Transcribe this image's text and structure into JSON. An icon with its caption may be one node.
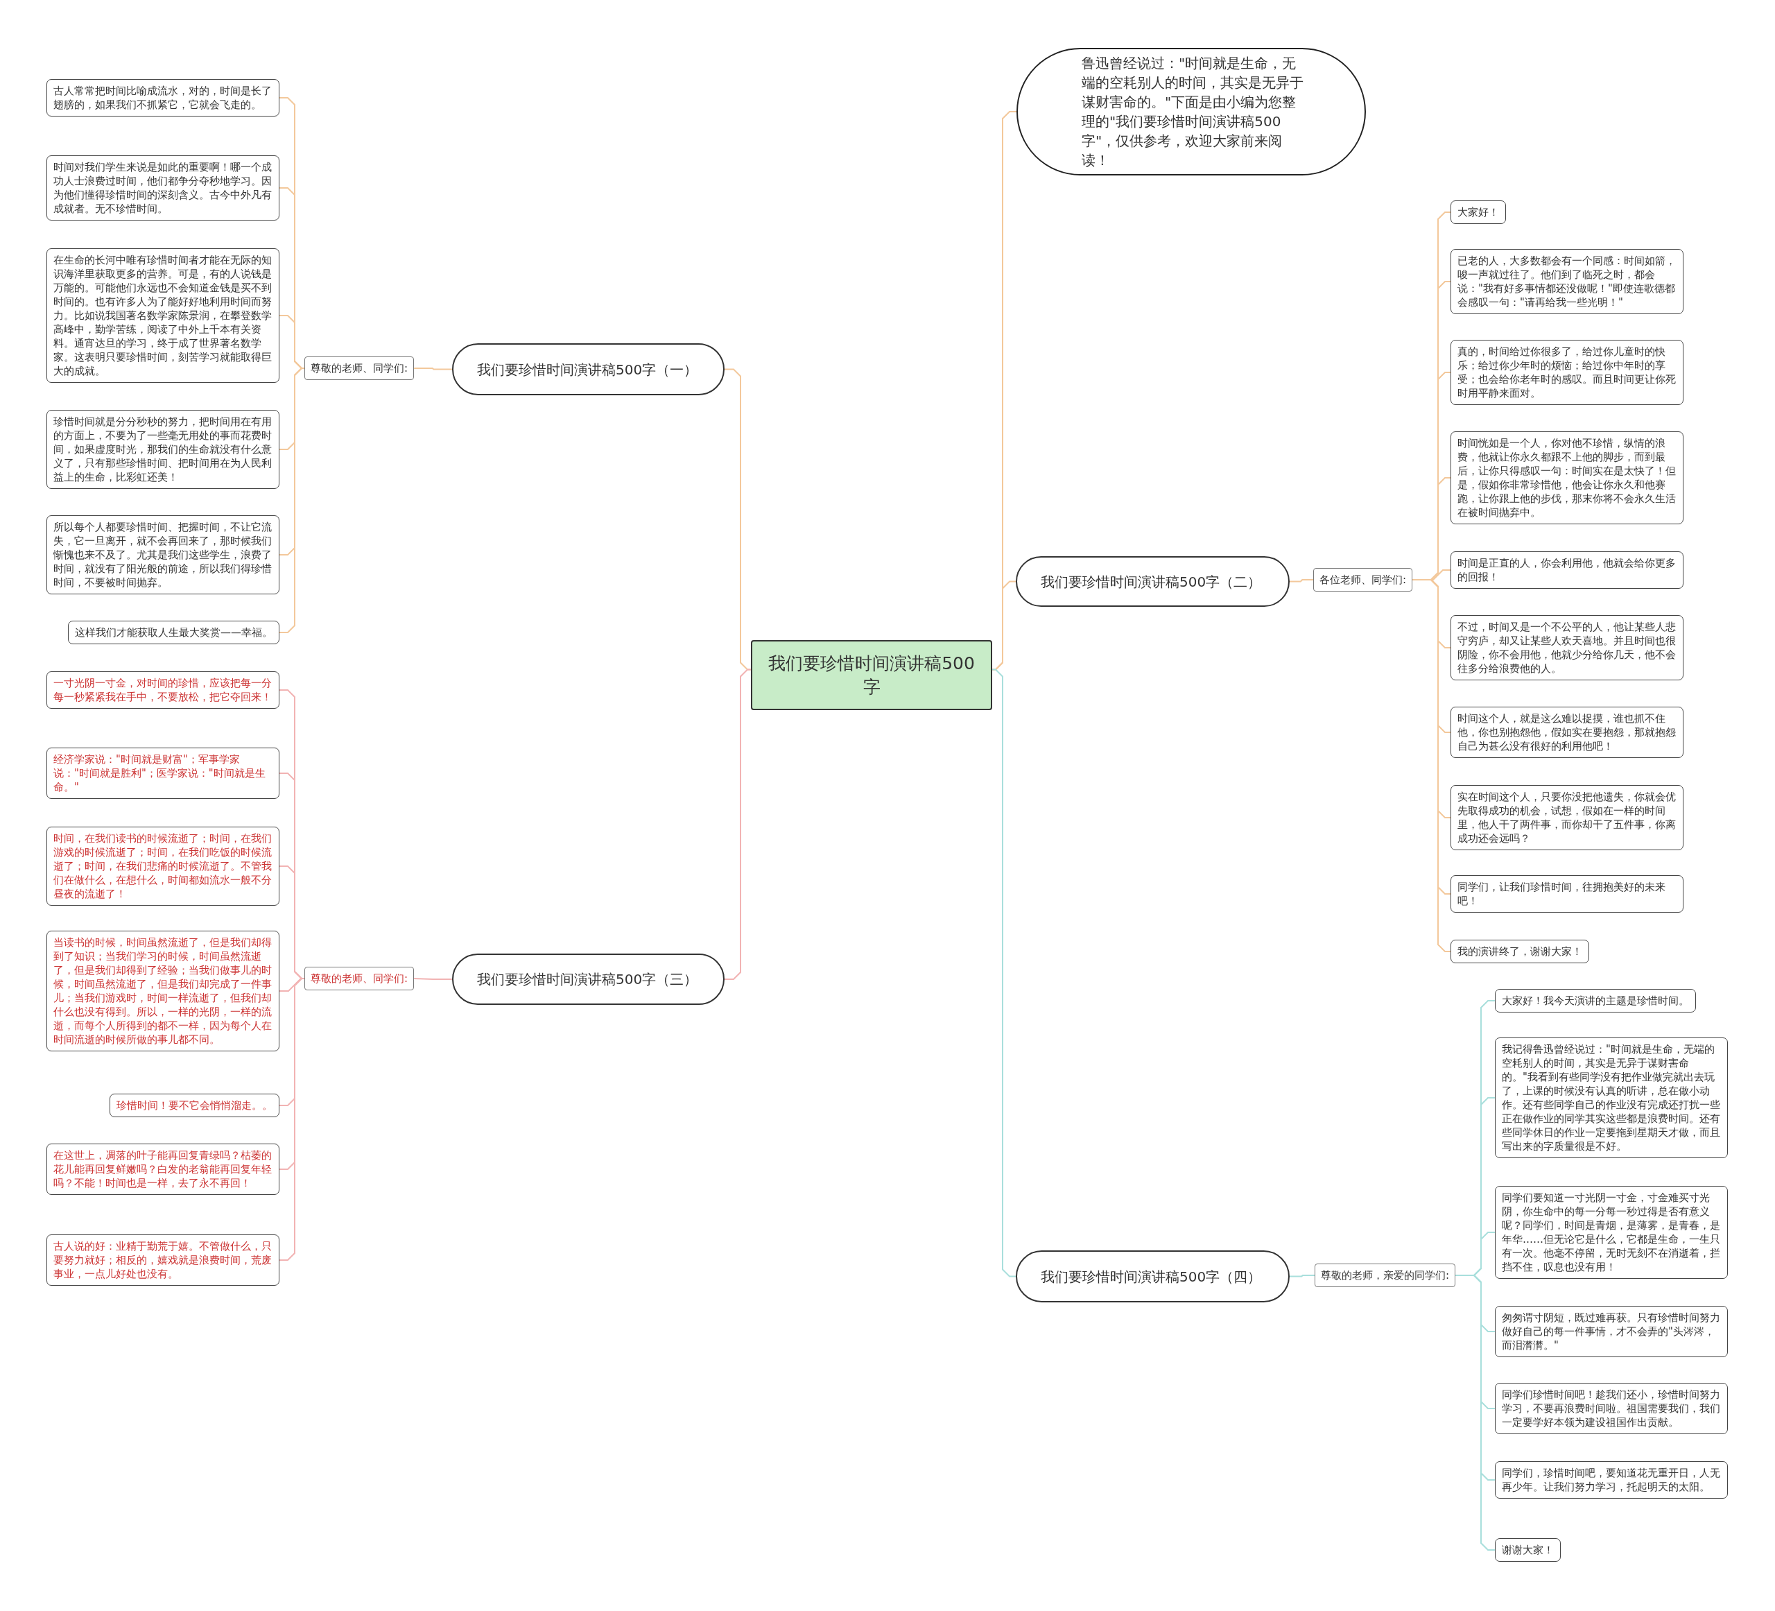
{
  "diagram": {
    "nodes": [
      {
        "text": [
          "我们要珍惜时间演讲稿500字"
        ]
      },
      {
        "text": [
          "鲁迅曾经说过：\"时间就是生命，无端的空耗别人的时间，其实是无异于谋财害命的。\"下面是由小编为您整理的\"我们要珍惜时间演讲稿500字\"，仅供参考，欢迎大家前来阅读！"
        ]
      },
      {
        "text": [
          "我们要珍惜时间演讲稿500字（一）"
        ]
      },
      {
        "text": [
          "尊敬的老师、同学们:"
        ]
      },
      {
        "text": [
          "古人常常把时间比喻成流水，对的，时间是长了翅膀的，如果我们不抓紧它，它就会飞走的。"
        ]
      },
      {
        "text": [
          "时间对我们学生来说是如此的重要啊！哪一个成功人士浪费过时间，他们都争分夺秒地学习。因为他们懂得珍惜时间的深刻含义。古今中外凡有成就者。无不珍惜时间。"
        ]
      },
      {
        "text": [
          "在生命的长河中唯有珍惜时间者才能在无际的知识海洋里获取更多的营养。可是，有的人说钱是万能的。可能他们永远也不会知道金钱是买不到时间的。也有许多人为了能好好地利用时间而努力。比如说我国著名数学家陈景润，在攀登数学高峰中，勤学苦练，阅读了中外上千本有关资料。通宵达旦的学习，终于成了世界著名数学家。这表明只要珍惜时间，刻苦学习就能取得巨大的成就。"
        ]
      },
      {
        "text": [
          "珍惜时间就是分分秒秒的努力，把时间用在有用的方面上，不要为了一些毫无用处的事而花费时间，如果虚度时光，那我们的生命就没有什么意义了，只有那些珍惜时间、把时间用在为人民利益上的生命，比彩虹还美！"
        ]
      },
      {
        "text": [
          "所以每个人都要珍惜时间、把握时间，不让它流失，它一旦离开，就不会再回来了，那时候我们惭愧也来不及了。尤其是我们这些学生，浪费了时间，就没有了阳光般的前途，所以我们得珍惜时间，不要被时间抛弃。"
        ]
      },
      {
        "text": [
          "这样我们才能获取人生最大奖赏——幸福。"
        ]
      },
      {
        "text": [
          "我们要珍惜时间演讲稿500字（二）"
        ]
      },
      {
        "text": [
          "各位老师、同学们:"
        ]
      },
      {
        "text": [
          "大家好！"
        ]
      },
      {
        "text": [
          "已老的人，大多数都会有一个同感：时间如箭，唆一声就过往了。他们到了临死之时，都会说：\"我有好多事情都还没做呢！\"即使连歌德都会感叹一句：\"请再给我一些光明！\""
        ]
      },
      {
        "text": [
          "真的，时间给过你很多了，给过你儿童时的快乐；给过你少年时的烦恼；给过你中年时的享受；也会给你老年时的感叹。而且时间更让你死时用平静来面对。"
        ]
      },
      {
        "text": [
          "时间恍如是一个人，你对他不珍惜，纵情的浪费，他就让你永久都跟不上他的脚步，而到最后，让你只得感叹一句：时间实在是太快了！但是，假如你非常珍惜他，他会让你永久和他赛跑，让你跟上他的步伐，那末你将不会永久生活在被时间抛弃中。"
        ]
      },
      {
        "text": [
          "时间是正直的人，你会利用他，他就会给你更多的回报！"
        ]
      },
      {
        "text": [
          "不过，时间又是一个不公平的人，他让某些人悲守穷庐，却又让某些人欢天喜地。并且时间也很阴险，你不会用他，他就少分给你几天，他不会往多分给浪费他的人。"
        ]
      },
      {
        "text": [
          "时间这个人，就是这么难以捉摸，谁也抓不住他，你也别抱怨他，假如实在要抱怨，那就抱怨自己为甚么没有很好的利用他吧！"
        ]
      },
      {
        "text": [
          "实在时间这个人，只要你没把他遗失，你就会优先取得成功的机会，试想，假如在一样的时间里，他人干了两件事，而你却干了五件事，你离成功还会远吗？"
        ]
      },
      {
        "text": [
          "同学们，让我们珍惜时间，往拥抱美好的未来吧！"
        ]
      },
      {
        "text": [
          "我的演讲终了，谢谢大家！"
        ]
      },
      {
        "text": [
          "我们要珍惜时间演讲稿500字（三）"
        ]
      },
      {
        "text": [
          "尊敬的老师、同学们:"
        ]
      },
      {
        "text": [
          "一寸光阴一寸金，对时间的珍惜，应该把每一分每一秒紧紧我在手中，不要放松，把它夺回来！"
        ]
      },
      {
        "text": [
          "经济学家说：\"时间就是财富\"；军事学家说：\"时间就是胜利\"；医学家说：\"时间就是生命。\""
        ]
      },
      {
        "text": [
          "时间，在我们读书的时候流逝了；时间，在我们游戏的时候流逝了；时间，在我们吃饭的时候流逝了；时间，在我们悲痛的时候流逝了。不管我们在做什么，在想什么，时间都如流水一般不分昼夜的流逝了！"
        ]
      },
      {
        "text": [
          "当读书的时候，时间虽然流逝了，但是我们却得到了知识；当我们学习的时候，时间虽然流逝了，但是我们却得到了经验；当我们做事儿的时候，时间虽然流逝了，但是我们却完成了一件事儿；当我们游戏时，时间一样流逝了，但我们却什么也没有得到。所以，一样的光阴，一样的流逝，而每个人所得到的都不一样，因为每个人在时间流逝的时候所做的事儿都不同。"
        ]
      },
      {
        "text": [
          "珍惜时间！要不它会悄悄溜走。。"
        ]
      },
      {
        "text": [
          "在这世上，凋落的叶子能再回复青绿吗？枯萎的花儿能再回复鲜嫩吗？白发的老翁能再回复年轻吗？不能！时间也是一样，去了永不再回！"
        ]
      },
      {
        "text": [
          "古人说的好：业精于勤荒于嬉。不管做什么，只要努力就好；相反的，嬉戏就是浪费时间，荒废事业，一点儿好处也没有。"
        ]
      },
      {
        "text": [
          "我们要珍惜时间演讲稿500字（四）"
        ]
      },
      {
        "text": [
          "尊敬的老师，亲爱的同学们:"
        ]
      },
      {
        "text": [
          "大家好！我今天演讲的主题是珍惜时间。"
        ]
      },
      {
        "text": [
          "我记得鲁迅曾经说过：\"时间就是生命，无端的空耗别人的时间，其实是无异于谋财害命的。\"我看到有些同学没有把作业做完就出去玩了，上课的时候没有认真的听讲，总在做小动作。还有些同学自己的作业没有完成还打扰一些正在做作业的同学其实这些都是浪费时间。还有些同学休日的作业一定要拖到星期天才做，而且写出来的字质量很是不好。"
        ]
      },
      {
        "text": [
          "同学们要知道一寸光阴一寸金，寸金难买寸光阴，你生命中的每一分每一秒过得是否有意义呢？同学们，时间是青烟，是薄雾，是青春，是年华……但无论它是什么，它都是生命，一生只有一次。他毫不停留，无时无刻不在消逝着，拦挡不住，叹息也没有用！"
        ]
      },
      {
        "text": [
          "匆匆谓寸阴短，既过难再获。只有珍惜时间努力做好自己的每一件事情，才不会弄的\"头涔涔，而泪潸潸。\""
        ]
      },
      {
        "text": [
          "同学们珍惜时间吧！趁我们还小，珍惜时间努力学习，不要再浪费时间啦。祖国需要我们，我们一定要学好本领为建设祖国作出贡献。"
        ]
      },
      {
        "text": [
          "同学们，珍惜时间吧，要知道花无重开日，人无再少年。让我们努力学习，托起明天的太阳。"
        ]
      },
      {
        "text": [
          "谢谢大家！"
        ]
      }
    ],
    "edges": [
      {
        "from": 0,
        "to": 1,
        "arrow": "none"
      },
      {
        "from": 0,
        "to": 2,
        "arrow": "none"
      },
      {
        "from": 2,
        "to": 3,
        "arrow": "none"
      },
      {
        "from": 3,
        "to": 4,
        "arrow": "none"
      },
      {
        "from": 3,
        "to": 5,
        "arrow": "none"
      },
      {
        "from": 3,
        "to": 6,
        "arrow": "none"
      },
      {
        "from": 3,
        "to": 7,
        "arrow": "none"
      },
      {
        "from": 3,
        "to": 8,
        "arrow": "none"
      },
      {
        "from": 3,
        "to": 9,
        "arrow": "none"
      },
      {
        "from": 0,
        "to": 10,
        "arrow": "none"
      },
      {
        "from": 10,
        "to": 11,
        "arrow": "none"
      },
      {
        "from": 11,
        "to": 12,
        "arrow": "none"
      },
      {
        "from": 11,
        "to": 13,
        "arrow": "none"
      },
      {
        "from": 11,
        "to": 14,
        "arrow": "none"
      },
      {
        "from": 11,
        "to": 15,
        "arrow": "none"
      },
      {
        "from": 11,
        "to": 16,
        "arrow": "none"
      },
      {
        "from": 11,
        "to": 17,
        "arrow": "none"
      },
      {
        "from": 11,
        "to": 18,
        "arrow": "none"
      },
      {
        "from": 11,
        "to": 19,
        "arrow": "none"
      },
      {
        "from": 11,
        "to": 20,
        "arrow": "none"
      },
      {
        "from": 11,
        "to": 21,
        "arrow": "none"
      },
      {
        "from": 0,
        "to": 22,
        "arrow": "none",
        "color": "#f2b3b3"
      },
      {
        "from": 22,
        "to": 23,
        "arrow": "none",
        "color": "#f2b3b3"
      },
      {
        "from": 23,
        "to": 24,
        "arrow": "none",
        "color": "#f2b3b3"
      },
      {
        "from": 23,
        "to": 25,
        "arrow": "none",
        "color": "#f2b3b3"
      },
      {
        "from": 23,
        "to": 26,
        "arrow": "none",
        "color": "#f2b3b3"
      },
      {
        "from": 23,
        "to": 27,
        "arrow": "none",
        "color": "#f2b3b3"
      },
      {
        "from": 23,
        "to": 28,
        "arrow": "none",
        "color": "#f2b3b3"
      },
      {
        "from": 23,
        "to": 29,
        "arrow": "none",
        "color": "#f2b3b3"
      },
      {
        "from": 23,
        "to": 30,
        "arrow": "none",
        "color": "#f2b3b3"
      },
      {
        "from": 0,
        "to": 31,
        "arrow": "none",
        "color": "#a9dfdc"
      },
      {
        "from": 31,
        "to": 32,
        "arrow": "none",
        "color": "#a9dfdc"
      },
      {
        "from": 32,
        "to": 33,
        "arrow": "none",
        "color": "#a9dfdc"
      },
      {
        "from": 32,
        "to": 34,
        "arrow": "none",
        "color": "#a9dfdc"
      },
      {
        "from": 32,
        "to": 35,
        "arrow": "none",
        "color": "#a9dfdc"
      },
      {
        "from": 32,
        "to": 36,
        "arrow": "none",
        "color": "#a9dfdc"
      },
      {
        "from": 32,
        "to": 37,
        "arrow": "none",
        "color": "#a9dfdc"
      },
      {
        "from": 32,
        "to": 38,
        "arrow": "none",
        "color": "#a9dfdc"
      },
      {
        "from": 32,
        "to": 39,
        "arrow": "none",
        "color": "#a9dfdc"
      }
    ]
  }
}
